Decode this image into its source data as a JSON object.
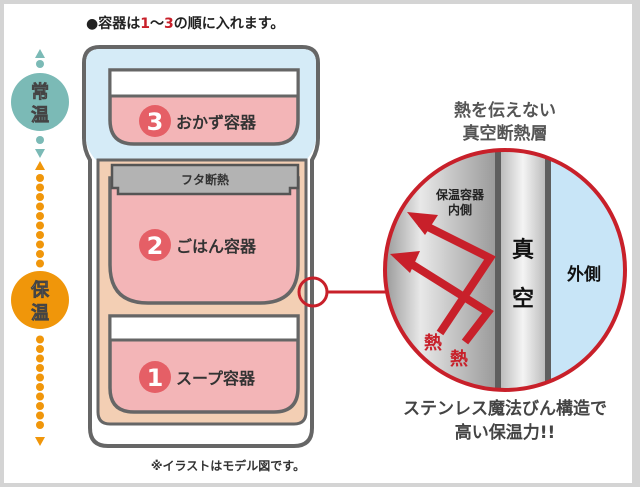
{
  "header": {
    "note_prefix": "●容器は",
    "num_first": "1",
    "tilde": "～",
    "num_last": "3",
    "note_suffix": "の順に入れます。"
  },
  "side": {
    "room_temp": [
      "常",
      "温"
    ],
    "keep_warm": [
      "保",
      "温"
    ]
  },
  "containers": [
    {
      "number": "3",
      "label": "おかず容器"
    },
    {
      "lid_label": "フタ断熱"
    },
    {
      "number": "2",
      "label": "ごはん容器"
    },
    {
      "number": "1",
      "label": "スープ容器"
    }
  ],
  "footnote": "※イラストはモデル図です。",
  "detail": {
    "title_lines": [
      "熱を伝えない",
      "真空断熱層"
    ],
    "inner_label_lines": [
      "保温容器",
      "内側"
    ],
    "vacuum_chars": [
      "真",
      "空"
    ],
    "outer_label": "外側",
    "heat_labels": [
      "熱",
      "熱"
    ],
    "caption_lines": [
      "ステンレス魔法びん構造で",
      "高い保温力!!"
    ]
  },
  "colors": {
    "accent_red": "#c8202a",
    "teal": "#7bbab6",
    "orange": "#f0960a",
    "pink": "#f3b5b7",
    "light_blue": "#cfe8f7"
  }
}
